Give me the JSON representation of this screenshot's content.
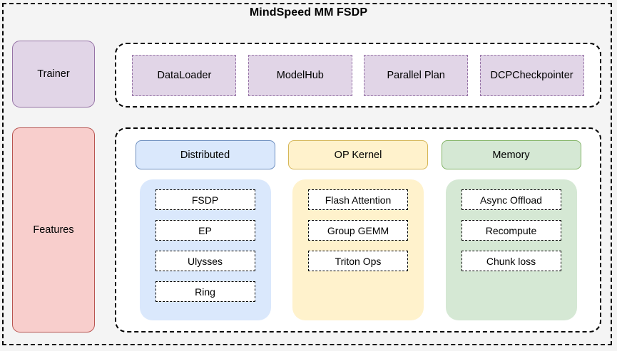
{
  "title": "MindSpeed MM FSDP",
  "rails": [
    {
      "name": "trainer",
      "label": "Trainer",
      "fill": "#e1d5e7",
      "stroke": "#9673a6"
    },
    {
      "name": "features",
      "label": "Features",
      "fill": "#f8cecc",
      "stroke": "#b85450"
    }
  ],
  "trainer_group": {
    "chips": [
      {
        "label": "DataLoader"
      },
      {
        "label": "ModelHub"
      },
      {
        "label": "Parallel Plan"
      },
      {
        "label": "DCPCheckpointer"
      }
    ],
    "chip_fill": "#e1d5e7",
    "chip_stroke": "#9673a6"
  },
  "features_group": {
    "columns": [
      {
        "key": "distributed",
        "header": "Distributed",
        "accent": "blue",
        "fill": "#dae8fc",
        "stroke": "#6c8ebf",
        "items": [
          {
            "label": "FSDP"
          },
          {
            "label": "EP"
          },
          {
            "label": "Ulysses"
          },
          {
            "label": "Ring"
          }
        ]
      },
      {
        "key": "op-kernel",
        "header": "OP Kernel",
        "accent": "yellow",
        "fill": "#fff2cc",
        "stroke": "#d6b656",
        "items": [
          {
            "label": "Flash Attention"
          },
          {
            "label": "Group GEMM"
          },
          {
            "label": "Triton Ops"
          }
        ]
      },
      {
        "key": "memory",
        "header": "Memory",
        "accent": "green",
        "fill": "#d5e8d4",
        "stroke": "#82b366",
        "items": [
          {
            "label": "Async Offload"
          },
          {
            "label": "Recompute"
          },
          {
            "label": "Chunk loss"
          }
        ]
      }
    ]
  },
  "colors": {
    "background": "#f4f4f4",
    "container_fill": "#ffffff",
    "frame_stroke": "#000000",
    "text": "#000000"
  }
}
